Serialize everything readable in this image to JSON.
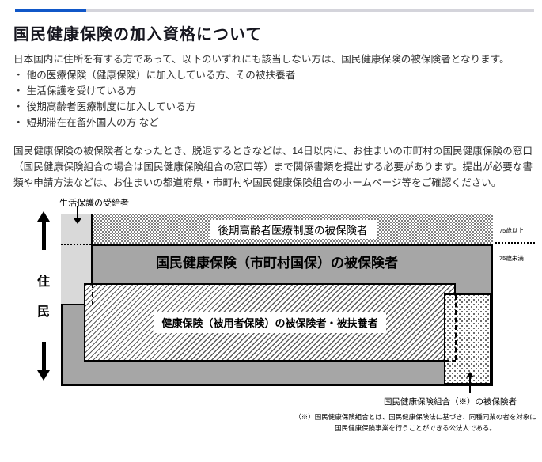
{
  "page": {
    "title": "国民健康保険の加入資格について",
    "intro": "日本国内に住所を有する方であって、以下のいずれにも該当しない方は、国民健康保険の被保険者となります。",
    "bullet_char": "・",
    "bullets": [
      "他の医療保険（健康保険）に加入している方、その被扶養者",
      "生活保護を受けている方",
      "後期高齢者医療制度に加入している方",
      "短期滞在在留外国人の方 など"
    ],
    "paragraph2": "国民健康保険の被保険者となったとき、脱退するときなどは、14日以内に、お住まいの市町村の国民健康保険の窓口（国民健康保険組合の場合は国民健康保険組合の窓口等）まで関係書類を提出する必要があります。提出が必要な書類や申請方法などは、お住まいの都道府県・市町村や国民健康保険組合のホームページ等をご確認ください。"
  },
  "diagram": {
    "seikatsu_label": "生活保護の受給者",
    "kouki_label": "後期高齢者医療制度の被保険者",
    "kokuho_label": "国民健康保険（市町村国保）の被保険者",
    "kenpo_label": "健康保険（被用者保険）の被保険者・被扶養者",
    "kumiai_label": "国民健康保険組合（※）の被保険者",
    "age_over": "75歳以上",
    "age_under": "75歳未満",
    "axis_char_top": "住",
    "axis_char_bottom": "民",
    "note_line1": "（※）国民健康保険組合とは、国民健康保険法に基づき、同種同業の者を対象に",
    "note_line2": "国民健康保険事業を行うことができる公法人である。"
  },
  "colors": {
    "accent_blue": "#1057c8",
    "rule_gray": "#d4d4db",
    "band_gray": "#a6a6a6",
    "column_gray": "#d9d9d9"
  }
}
